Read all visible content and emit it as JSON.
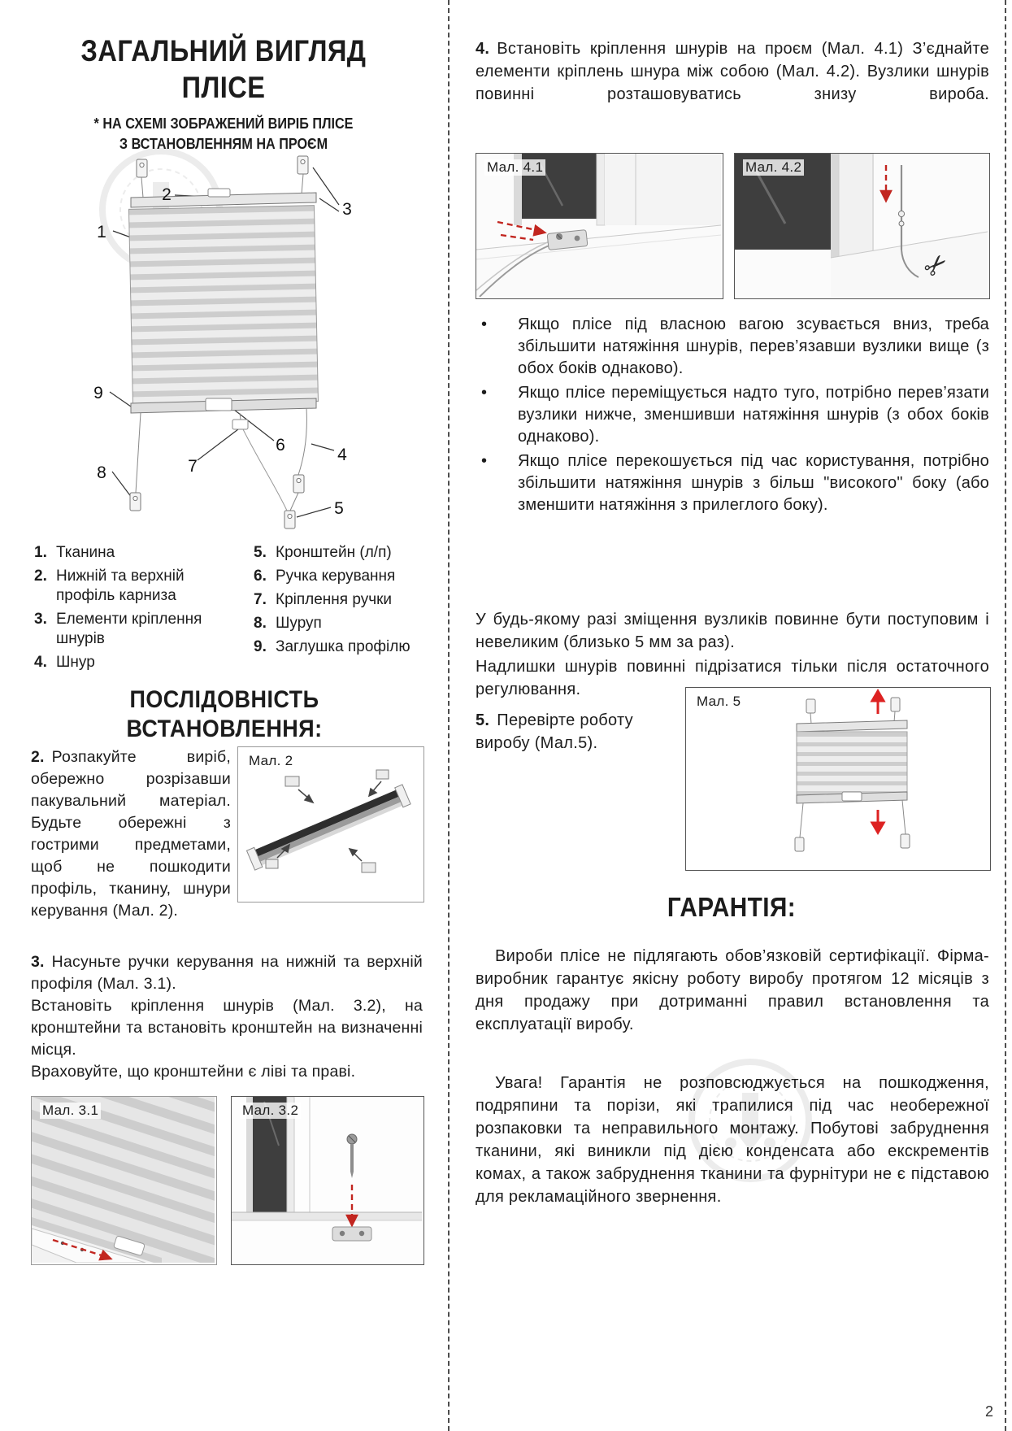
{
  "page": {
    "number": "2"
  },
  "colors": {
    "arrow_red": "#c22620",
    "text": "#1c1c1c"
  },
  "left": {
    "title_line1": "ЗАГАЛЬНИЙ ВИГЛЯД",
    "title_line2": "ПЛІСЕ",
    "subtitle_line1": "* НА СХЕМІ ЗОБРАЖЕНИЙ ВИРІБ ПЛІСЕ",
    "subtitle_line2": "З ВСТАНОВЛЕННЯМ НА ПРОЄМ",
    "diagram_labels": [
      "1",
      "2",
      "3",
      "4",
      "5",
      "6",
      "7",
      "8",
      "9"
    ],
    "legend_left": [
      {
        "num": "1.",
        "text": "Тканина"
      },
      {
        "num": "2.",
        "text": "Нижній та верхній профіль карниза"
      },
      {
        "num": "3.",
        "text": "Елементи кріплення шнурів"
      },
      {
        "num": "4.",
        "text": "Шнур"
      }
    ],
    "legend_right": [
      {
        "num": "5.",
        "text": "Кронштейн (л/п)"
      },
      {
        "num": "6.",
        "text": "Ручка керування"
      },
      {
        "num": "7.",
        "text": "Кріплення ручки"
      },
      {
        "num": "8.",
        "text": "Шуруп"
      },
      {
        "num": "9.",
        "text": "Заглушка профілю"
      }
    ],
    "section_title": "ПОСЛІДОВНІСТЬ ВСТАНОВЛЕННЯ:",
    "step2_num": "2.",
    "step2_text": "Розпакуйте виріб, обережно розрізавши пакувальний матеріал. Будьте обережні з гострими предметами, щоб не пошкодити профіль, тканину, шнури керування (Мал. 2).",
    "fig2_label": "Мал. 2",
    "step3_num": "3.",
    "step3_text1": "Насуньте ручки керування на нижній та верхній профіля (Мал. 3.1).",
    "step3_text2": "Встановіть кріплення шнурів (Мал. 3.2), на кронштейни та встановіть кронштейн на визначенні місця.",
    "step3_text3": "Враховуйте, що кронштейни є ліві та праві.",
    "fig31_label": "Мал. 3.1",
    "fig32_label": "Мал. 3.2"
  },
  "right": {
    "step4_num": "4.",
    "step4_text": "Встановіть кріплення шнурів на проєм (Мал. 4.1) З’єднайте елементи кріплень шнура між собою (Мал. 4.2). Вузлики шнурів повинні розташовуватись знизу вироба.",
    "fig41_label": "Мал. 4.1",
    "fig42_label": "Мал. 4.2",
    "bullet_char": "•",
    "bullets": [
      "Якщо плісе під власною вагою зсувається вниз, треба збільшити натяжіння шнурів, перев’язавши вузлики вище (з обох боків однаково).",
      "Якщо плісе переміщується надто туго, потрібно перев’язати вузлики нижче, зменшивши натяжіння шнурів (з обох боків однаково).",
      "Якщо плісе перекошується під час користування, потрібно збільшити натяжіння шнурів з більш \"високого\" боку (або зменшити натяжіння з прилеглого боку)."
    ],
    "note_text1": "У будь-якому разі зміщення вузликів повинне бути поступовим і невеликим (близько 5 мм за раз).",
    "note_text2": "Надлишки шнурів повинні підрізатися тільки після остаточного регулювання.",
    "step5_num": "5.",
    "step5_text": "Перевірте роботу виробу (Мал.5).",
    "fig5_label": "Мал. 5",
    "scissors_icon": "✂",
    "warranty_title": "ГАРАНТІЯ:",
    "warranty_p1": "Вироби плісе не підлягають обов’язковій сертифікації. Фірма-виробник гарантує якісну роботу виробу протягом 12 місяців з дня продажу при дотриманні правил встановлення та експлуатації виробу.",
    "warranty_p2": "Увага! Гарантія не розповсюджується на пошкодження, подряпини та порізи, які трапилися під час необережної розпаковки та неправильного монтажу. Побутові забруднення тканини, які виникли під дією конденсата або екскрементів комах, а також забруднення тканини та фурнітури не є підставою для рекламаційного звернення."
  }
}
